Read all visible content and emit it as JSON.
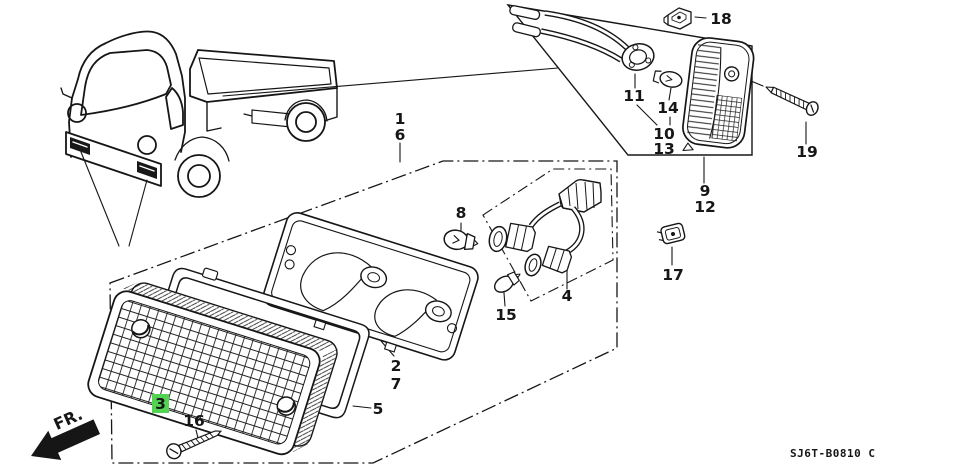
{
  "figure": {
    "type": "exploded-parts-diagram",
    "subject": "front-combination-lamp-assembly",
    "footer_code": "SJ6T-B0810 C",
    "front_marker": "FR.",
    "selected_part": "3"
  },
  "colors": {
    "line": "#161616",
    "background": "#ffffff",
    "highlight_bg": "#52d352",
    "highlight_text": "#0b3d0b"
  },
  "callouts": {
    "n1": "1",
    "n2": "2",
    "n3": "3",
    "n4": "4",
    "n5": "5",
    "n6": "6",
    "n7": "7",
    "n8": "8",
    "n9": "9",
    "n10": "10",
    "n11": "11",
    "n12": "12",
    "n13": "13",
    "n14": "14",
    "n15": "15",
    "n16": "16",
    "n17": "17",
    "n18": "18",
    "n19": "19"
  }
}
